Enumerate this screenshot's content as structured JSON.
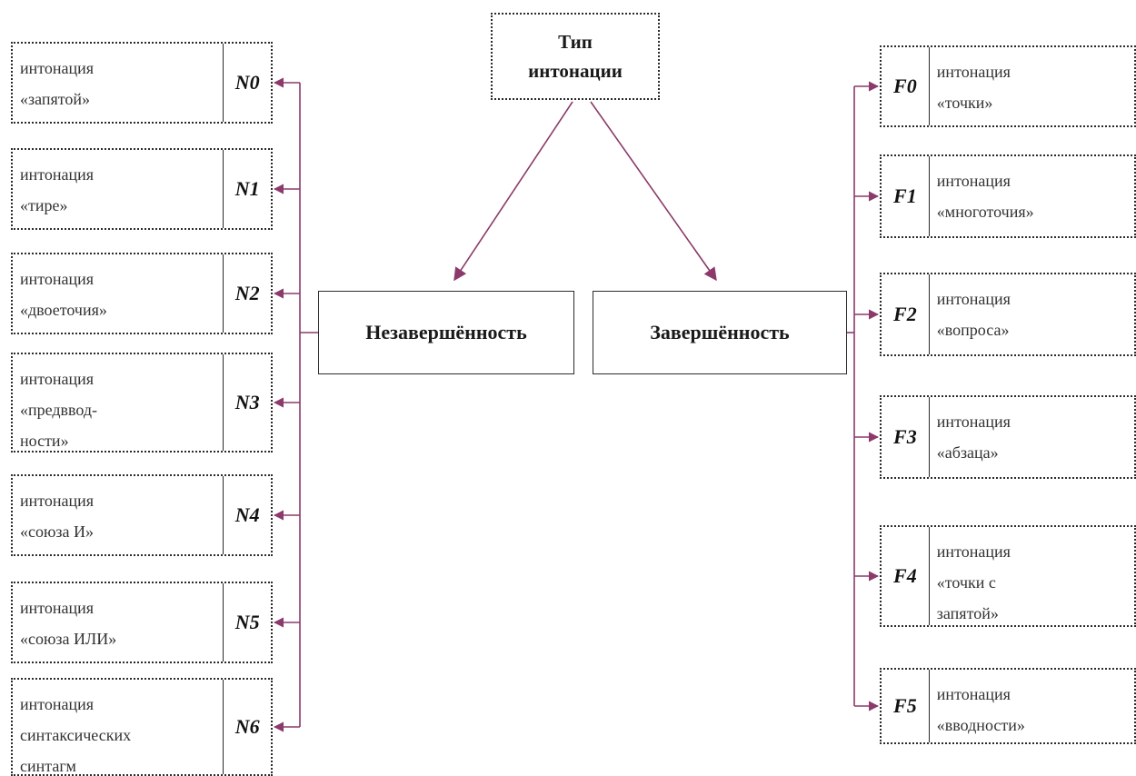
{
  "colors": {
    "connector": "#8b3a6b",
    "border": "#2b2b2b"
  },
  "root": {
    "label": "Тип\nинтонации"
  },
  "left_category": {
    "label": "Незавершённость"
  },
  "right_category": {
    "label": "Завершённость"
  },
  "left_items": [
    {
      "code": "N0",
      "label": "интонация\n«запятой»"
    },
    {
      "code": "N1",
      "label": "интонация\n«тире»"
    },
    {
      "code": "N2",
      "label": "интонация\n«двоеточия»"
    },
    {
      "code": "N3",
      "label": "интонация\n«предввод-\nности»"
    },
    {
      "code": "N4",
      "label": "интонация\n«союза И»"
    },
    {
      "code": "N5",
      "label": "интонация\n«союза ИЛИ»"
    },
    {
      "code": "N6",
      "label": "интонация\nсинтаксических\nсинтагм"
    }
  ],
  "right_items": [
    {
      "code": "F0",
      "label": "интонация\n«точки»"
    },
    {
      "code": "F1",
      "label": "интонация\n«многоточия»"
    },
    {
      "code": "F2",
      "label": "интонация\n«вопроса»"
    },
    {
      "code": "F3",
      "label": "интонация\n«абзаца»"
    },
    {
      "code": "F4",
      "label": "интонация\n«точки с\nзапятой»"
    },
    {
      "code": "F5",
      "label": "интонация\n«вводности»"
    }
  ]
}
